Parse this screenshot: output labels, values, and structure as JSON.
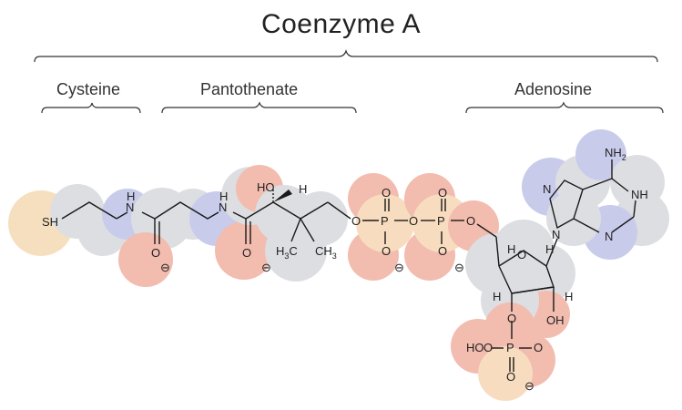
{
  "title": "Coenzyme A",
  "sections": {
    "cysteine": "Cysteine",
    "pantothenate": "Pantothenate",
    "adenosine": "Adenosine"
  },
  "atoms": {
    "sh": "SH",
    "n": "N",
    "h": "H",
    "o": "O",
    "p": "P",
    "ho": "HO",
    "oh": "OH",
    "nh": "NH",
    "nh2": "NH",
    "nh2_sub": "2",
    "h3c": "H",
    "h3c_sub": "3",
    "h3c_c": "C",
    "ch3_c": "CH",
    "ch3_sub": "3",
    "minus": "⊖"
  },
  "colors": {
    "sulfur": "#f3d2a0",
    "carbon": "#c9cbd3",
    "nitrogen": "#a9acdc",
    "oxygen": "#e99a86",
    "phosphorus": "#f6cfa2"
  }
}
